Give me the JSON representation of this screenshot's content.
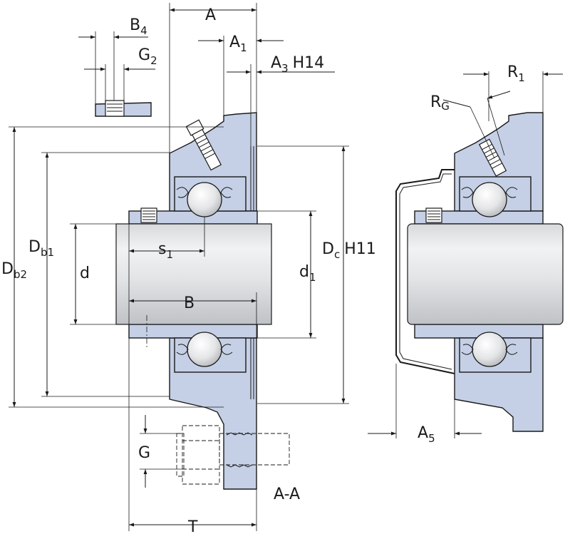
{
  "labels": {
    "A": "A",
    "A1": {
      "base": "A",
      "sub": "1"
    },
    "A3": {
      "base": "A",
      "sub": "3",
      "suffix": "H14"
    },
    "A5": {
      "base": "A",
      "sub": "5"
    },
    "B4": {
      "base": "B",
      "sub": "4"
    },
    "G2": {
      "base": "G",
      "sub": "2"
    },
    "R1": {
      "base": "R",
      "sub": "1"
    },
    "RG": {
      "base": "R",
      "sub": "G"
    },
    "Db1": {
      "base": "D",
      "sub": "b1"
    },
    "Db2": {
      "base": "D",
      "sub": "b2"
    },
    "d": "d",
    "s1": {
      "base": "s",
      "sub": "1"
    },
    "B": "B",
    "d1": {
      "base": "d",
      "sub": "1"
    },
    "Dc": {
      "base": "D",
      "sub": "c",
      "suffix": "H11"
    },
    "G": "G",
    "T": "T",
    "section": "A-A"
  },
  "colors": {
    "part_fill": "#c5d0e6",
    "line": "#1a1a1a",
    "background": "#ffffff"
  }
}
